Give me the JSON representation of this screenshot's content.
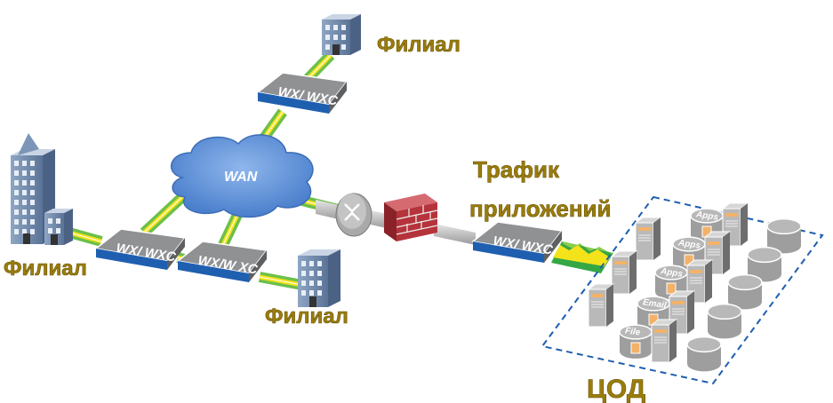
{
  "labels": {
    "branch_top": "Филиал",
    "branch_left": "Филиал",
    "branch_bottom": "Филиал",
    "traffic_line1": "Трафик",
    "traffic_line2": "приложений",
    "datacenter": "ЦОД"
  },
  "cloud": {
    "label": "WAN"
  },
  "devices": {
    "top": "WX/ WXC",
    "left": "WX/ WXC",
    "middle": "WX/W XC",
    "datacenter": "WX/ WXC"
  },
  "app_servers": [
    "Apps",
    "Apps",
    "Apps",
    "Email",
    "File"
  ],
  "colors": {
    "label": "#9a7d0a",
    "link_green": "#6cc04a",
    "link_yellow": "#f4e21a",
    "device_top": "#8f9193",
    "device_front": "#1f5fb0",
    "cloud": "#5b8fd6",
    "firewall": "#b5333b",
    "dashed_border": "#1f5fb0"
  }
}
